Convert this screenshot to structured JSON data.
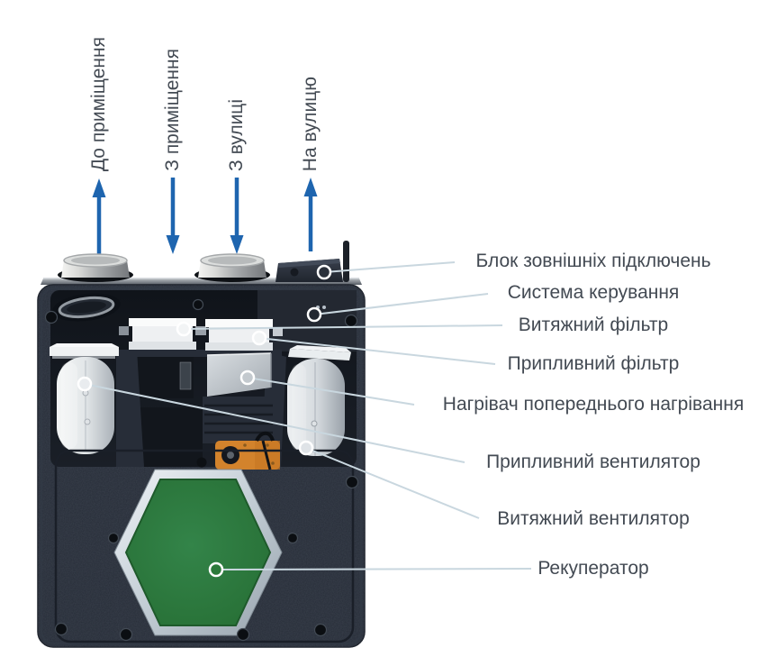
{
  "diagram": {
    "background_color": "#ffffff",
    "arrow_color": "#1e65af",
    "callout_line_color": "#c9d7df",
    "label_color": "#434a53",
    "airflow_labels": [
      {
        "label": "До приміщення",
        "direction": "up"
      },
      {
        "label": "З приміщення",
        "direction": "down"
      },
      {
        "label": "З вулиці",
        "direction": "down"
      },
      {
        "label": "На вулицю",
        "direction": "up"
      }
    ],
    "callout_labels": {
      "external_connections": "Блок зовнішніх підключень",
      "control_system": "Система керування",
      "exhaust_filter": "Витяжний фільтр",
      "supply_filter": "Припливний фільтр",
      "preheater": "Нагрівач попереднього нагрівання",
      "supply_fan": "Припливний вентилятор",
      "exhaust_fan": "Витяжний вентилятор",
      "recuperator": "Рекуператор"
    },
    "device_colors": {
      "case": "#272d38",
      "recuperator_core": "#2d7b3c",
      "servo_drive": "#d3832c",
      "metal_parts": "#c9ced3"
    }
  }
}
